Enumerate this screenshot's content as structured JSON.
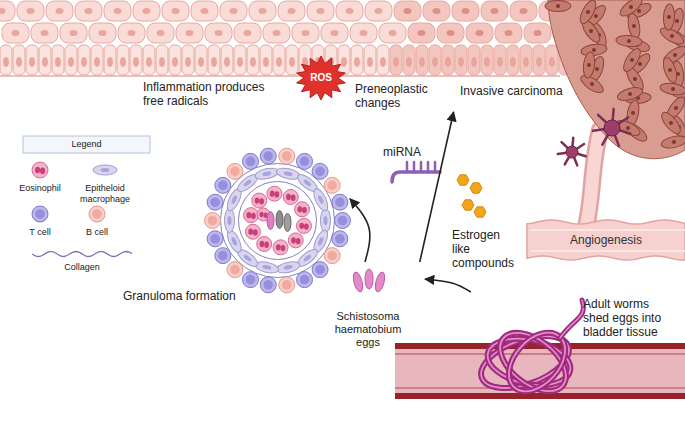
{
  "diagram": {
    "nodes": [
      {
        "text": [
          "Inflammation produces free radicals",
          "Preneoplastic changes",
          "Invasive carcinoma"
        ]
      },
      {
        "text": [
          "ROS"
        ],
        "in": 0
      },
      {
        "text": [
          "Granuloma formation"
        ]
      },
      {
        "text": [
          "Angiogenesis"
        ]
      },
      {
        "text": [
          "Schistosoma haematobium eggs"
        ]
      },
      {
        "text": [
          "Adult worms shed eggs into bladder tissue"
        ]
      }
    ],
    "edges": [
      {
        "from": 5,
        "to": 4,
        "arrow": "to"
      },
      {
        "from": 4,
        "to": 2,
        "arrow": "to"
      },
      {
        "from": 4,
        "to": 0,
        "arrow": "to"
      }
    ],
    "labels": [
      "Legend",
      "miRNA",
      "Estrogen like compounds"
    ],
    "legend": [
      {
        "text": "Eosinophil"
      },
      {
        "text": "Epitheloid macrophage"
      },
      {
        "text": "T cell"
      },
      {
        "text": "B cell"
      },
      {
        "text": "Collagen"
      }
    ]
  }
}
